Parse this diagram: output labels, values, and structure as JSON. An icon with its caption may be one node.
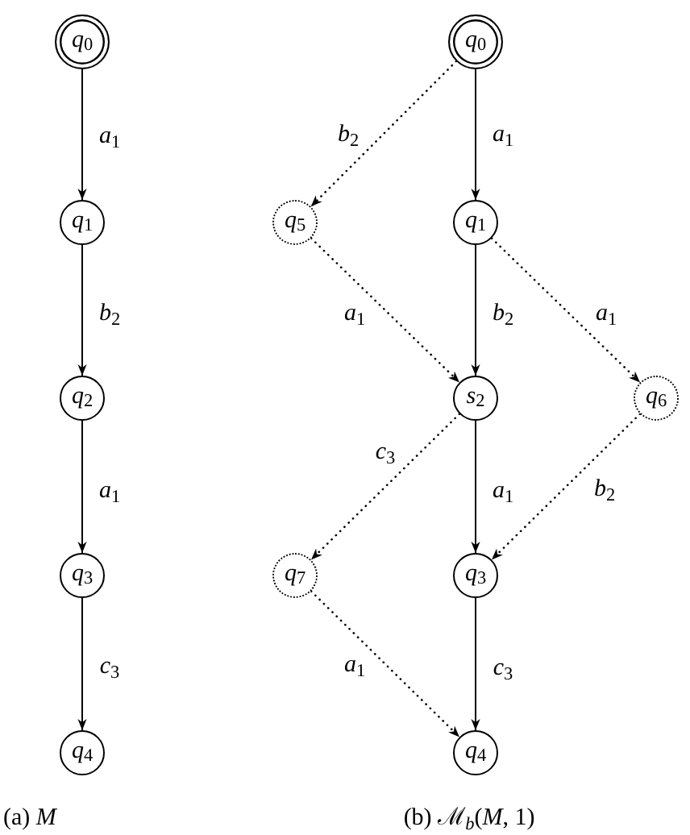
{
  "diagram": {
    "nodes": [
      {
        "text": [
          "*q*$_{0}$"
        ]
      },
      {
        "text": [
          "*q*$_{1}$"
        ]
      },
      {
        "text": [
          "*q*$_{2}$"
        ]
      },
      {
        "text": [
          "*q*$_{3}$"
        ]
      },
      {
        "text": [
          "*q*$_{4}$"
        ]
      },
      {
        "text": [
          "*q*$_{0}$"
        ]
      },
      {
        "text": [
          "*q*$_{5}$"
        ]
      },
      {
        "text": [
          "*q*$_{1}$"
        ]
      },
      {
        "text": [
          "*s*$_{2}$"
        ]
      },
      {
        "text": [
          "*q*$_{6}$"
        ]
      },
      {
        "text": [
          "*q*$_{7}$"
        ]
      },
      {
        "text": [
          "*q*$_{3}$"
        ]
      },
      {
        "text": [
          "*q*$_{4}$"
        ]
      }
    ],
    "edges": [
      {
        "from": 0,
        "to": 1,
        "arrow": "to",
        "label": "*a*$_{1}$"
      },
      {
        "from": 1,
        "to": 2,
        "arrow": "to",
        "label": "*b*$_{2}$"
      },
      {
        "from": 2,
        "to": 3,
        "arrow": "to",
        "label": "*a*$_{1}$"
      },
      {
        "from": 3,
        "to": 4,
        "arrow": "to",
        "label": "*c*$_{3}$"
      },
      {
        "from": 5,
        "to": 6,
        "arrow": "to",
        "label": "*b*$_{2}$",
        "style": "dashed"
      },
      {
        "from": 5,
        "to": 7,
        "arrow": "to",
        "label": "*a*$_{1}$"
      },
      {
        "from": 6,
        "to": 8,
        "arrow": "to",
        "label": "*a*$_{1}$",
        "style": "dashed"
      },
      {
        "from": 7,
        "to": 8,
        "arrow": "to",
        "label": "*b*$_{2}$"
      },
      {
        "from": 7,
        "to": 9,
        "arrow": "to",
        "label": "*a*$_{1}$",
        "style": "dashed"
      },
      {
        "from": 8,
        "to": 10,
        "arrow": "to",
        "label": "*c*$_{3}$",
        "style": "dashed"
      },
      {
        "from": 8,
        "to": 11,
        "arrow": "to",
        "label": "*a*$_{1}$"
      },
      {
        "from": 9,
        "to": 11,
        "arrow": "to",
        "label": "*b*$_{2}$",
        "style": "dashed"
      },
      {
        "from": 10,
        "to": 12,
        "arrow": "to",
        "label": "*a*$_{1}$",
        "style": "dashed"
      },
      {
        "from": 11,
        "to": 12,
        "arrow": "to",
        "label": "*c*$_{3}$"
      }
    ],
    "labels": [
      "(a) *M*",
      "(b) ℳ$_{b}$(*M*, 1)"
    ]
  }
}
